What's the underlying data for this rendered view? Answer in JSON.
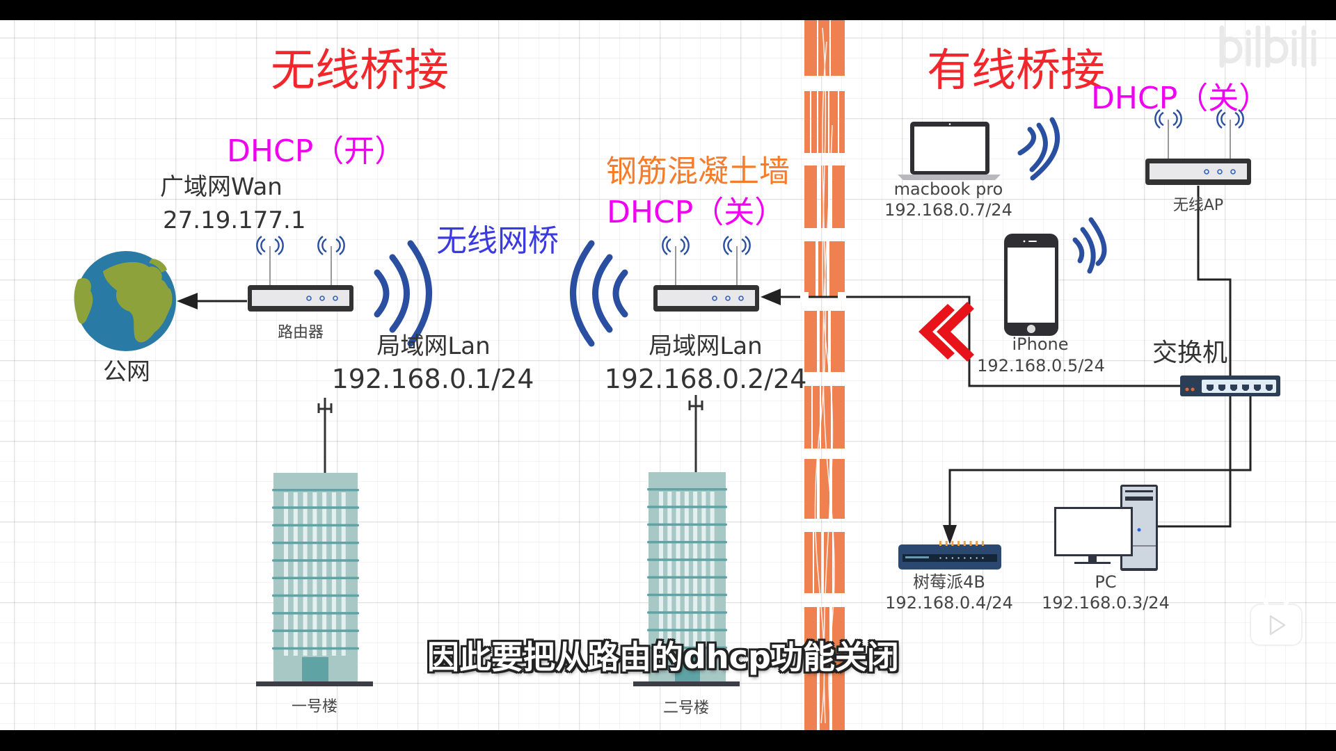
{
  "colors": {
    "title_red": "#f2272c",
    "dhcp_magenta": "#f000f0",
    "wall_orange": "#ef8150",
    "wall_label_orange": "#f57c2a",
    "wave_blue": "#2a4fa0",
    "bridge_label_blue": "#3a3ae0",
    "chevron_red": "#e8121a",
    "line_dark": "#222222",
    "building_teal": "#a8c8c6"
  },
  "sections": {
    "wireless_title": "无线桥接",
    "wired_title": "有线桥接"
  },
  "left_site": {
    "dhcp_status": "DHCP（开）",
    "wan_label": "广域网Wan",
    "wan_ip": "27.19.177.1",
    "internet_label": "公网",
    "router_label": "路由器",
    "lan_label": "局域网Lan",
    "lan_ip": "192.168.0.1/24",
    "building_label": "一号楼",
    "globe_icon": "globe-icon",
    "router_icon": "router-icon"
  },
  "bridge": {
    "label": "无线网桥",
    "icon": "wifi-waves-icon"
  },
  "right_site": {
    "wall_label": "钢筋混凝土墙",
    "dhcp_status": "DHCP（关）",
    "lan_label": "局域网Lan",
    "lan_ip": "192.168.0.2/24",
    "building_label": "二号楼"
  },
  "wired_network": {
    "ap_dhcp_status": "DHCP（关）",
    "ap_label": "无线AP",
    "switch_label": "交换机",
    "devices": [
      {
        "name": "macbook pro",
        "ip": "192.168.0.7/24",
        "icon": "laptop-icon"
      },
      {
        "name": "iPhone",
        "ip": "192.168.0.5/24",
        "icon": "phone-icon"
      },
      {
        "name": "树莓派4B",
        "ip": "192.168.0.4/24",
        "icon": "raspberry-pi-icon"
      },
      {
        "name": "PC",
        "ip": "192.168.0.3/24",
        "icon": "desktop-pc-icon"
      }
    ]
  },
  "video_overlay": {
    "subtitle": "因此要把从路由的dhcp功能关闭",
    "watermark_logo": "bilibili",
    "tv_icon": "bilibili-tv-icon"
  }
}
